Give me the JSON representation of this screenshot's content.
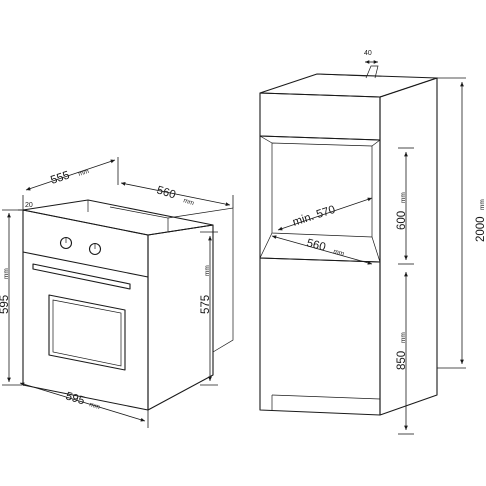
{
  "oven": {
    "depth": "555",
    "width_top": "560",
    "top_edge": "20",
    "height": "595",
    "inner_height": "575",
    "width_front": "595",
    "unit": "mm"
  },
  "cabinet": {
    "rear_gap": "40",
    "total_height": "2000",
    "niche_depth": "min. 570",
    "niche_width": "560",
    "niche_height": "600",
    "base_height": "850",
    "unit": "mm"
  }
}
